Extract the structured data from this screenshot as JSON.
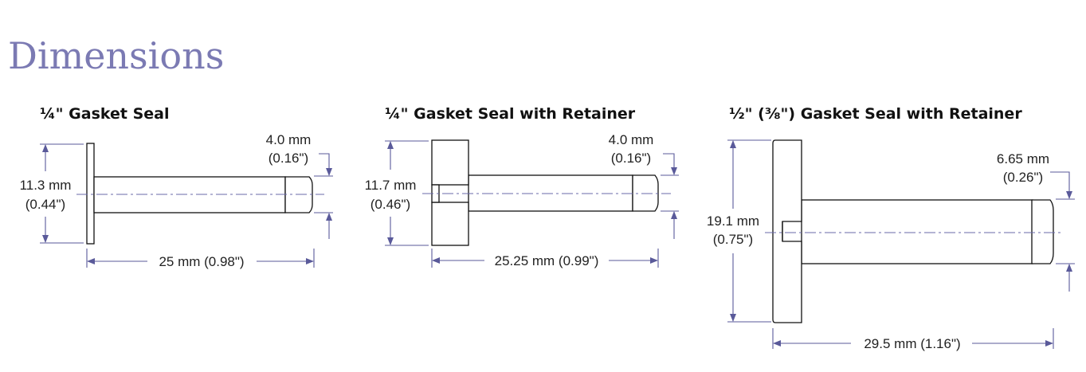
{
  "page_title": "Dimensions",
  "colors": {
    "title": "#7b7ab3",
    "dimension_lines": "#5a5a9a",
    "outline": "#111111"
  },
  "drawings": [
    {
      "heading": "¼\" Gasket Seal",
      "height_mm": "11.3 mm",
      "height_in": "(0.44\")",
      "tip_mm": "4.0 mm",
      "tip_in": "(0.16\")",
      "length": "25 mm (0.98\")"
    },
    {
      "heading": "¼\" Gasket Seal with Retainer",
      "height_mm": "11.7 mm",
      "height_in": "(0.46\")",
      "tip_mm": "4.0 mm",
      "tip_in": "(0.16\")",
      "length": "25.25 mm (0.99\")"
    },
    {
      "heading": "½\" (⅜\") Gasket Seal with Retainer",
      "height_mm": "19.1 mm",
      "height_in": "(0.75\")",
      "tip_mm": "6.65 mm",
      "tip_in": "(0.26\")",
      "length": "29.5 mm (1.16\")"
    }
  ]
}
